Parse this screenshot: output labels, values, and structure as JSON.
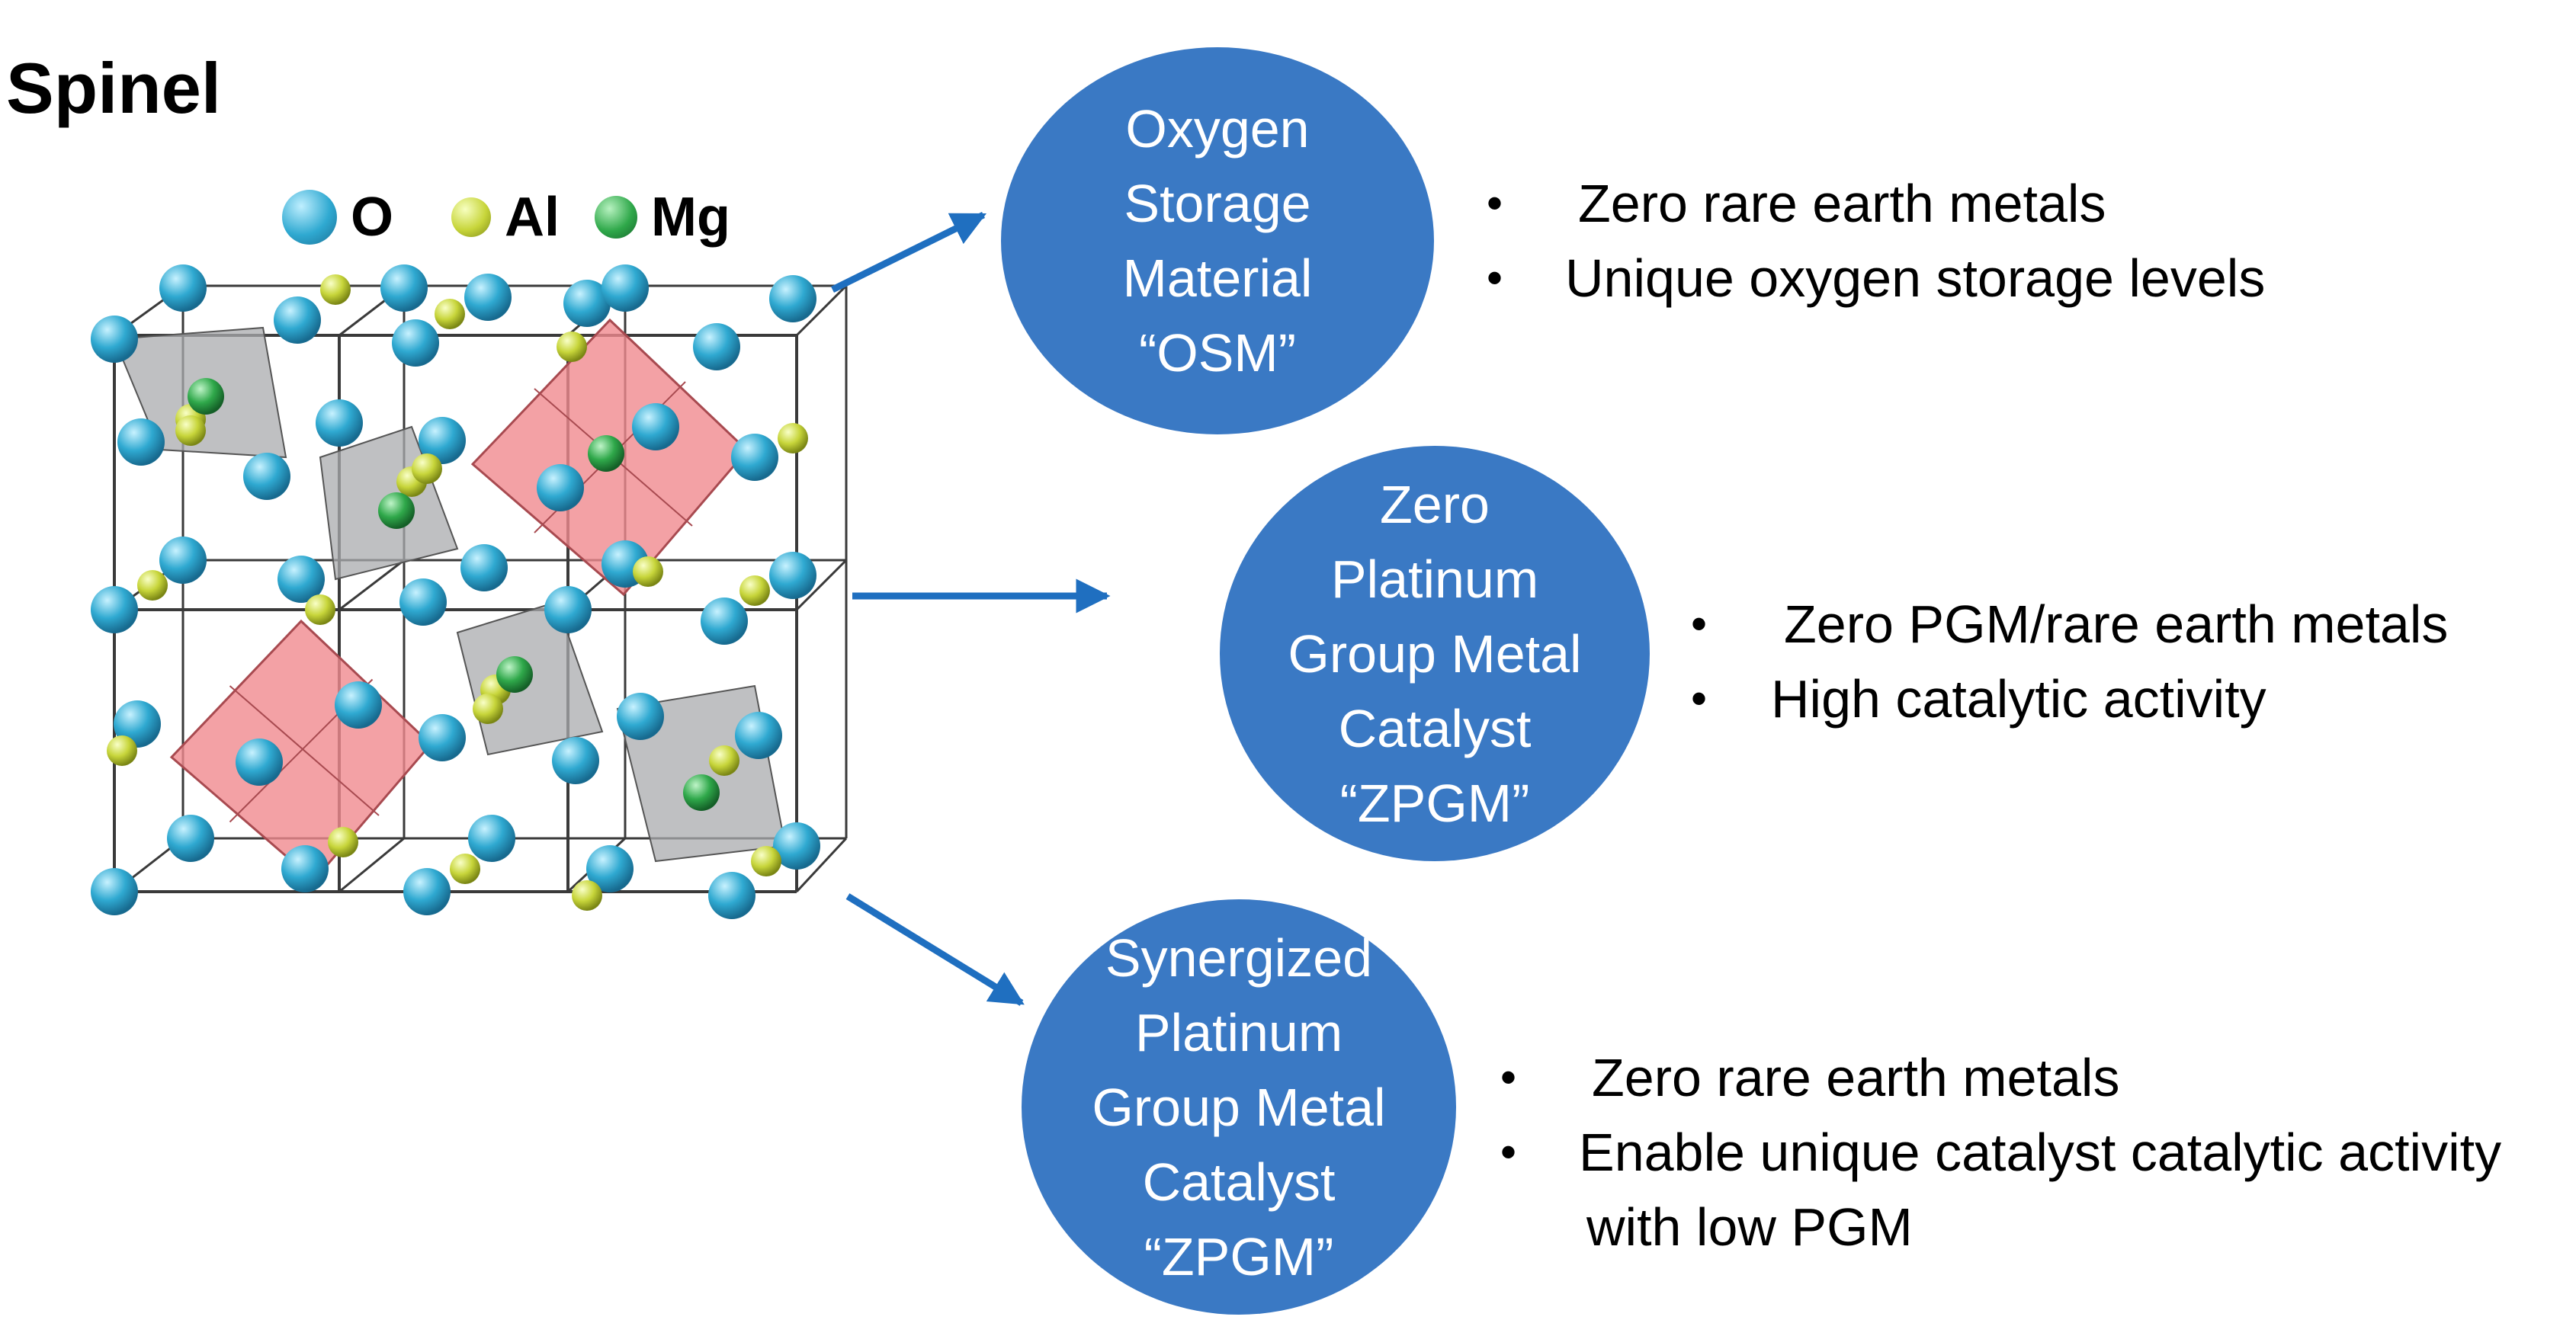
{
  "title": "Spinel",
  "legend": [
    {
      "symbol": "O",
      "color": "#2fa9d1"
    },
    {
      "symbol": "Al",
      "color": "#c7d53a"
    },
    {
      "symbol": "Mg",
      "color": "#2fa84a"
    }
  ],
  "colors": {
    "circle_fill": "#3a79c4",
    "arrow": "#1f6fc0",
    "octahedron": "#f08a8f",
    "tetrahedron": "#a9abad"
  },
  "materials": [
    {
      "name_lines": [
        "Oxygen",
        "Storage",
        "Material",
        "“OSM”"
      ],
      "bullets": [
        "Zero rare earth metals",
        "Unique oxygen storage levels"
      ]
    },
    {
      "name_lines": [
        "Zero",
        "Platinum",
        "Group Metal",
        "Catalyst",
        "“ZPGM”"
      ],
      "bullets": [
        "Zero PGM/rare earth metals",
        "High catalytic activity"
      ]
    },
    {
      "name_lines": [
        "Synergized",
        "Platinum",
        "Group Metal",
        "Catalyst",
        "“ZPGM”"
      ],
      "bullets": [
        "Zero rare earth metals",
        "Enable unique catalyst catalytic activity",
        "with low PGM"
      ]
    }
  ]
}
